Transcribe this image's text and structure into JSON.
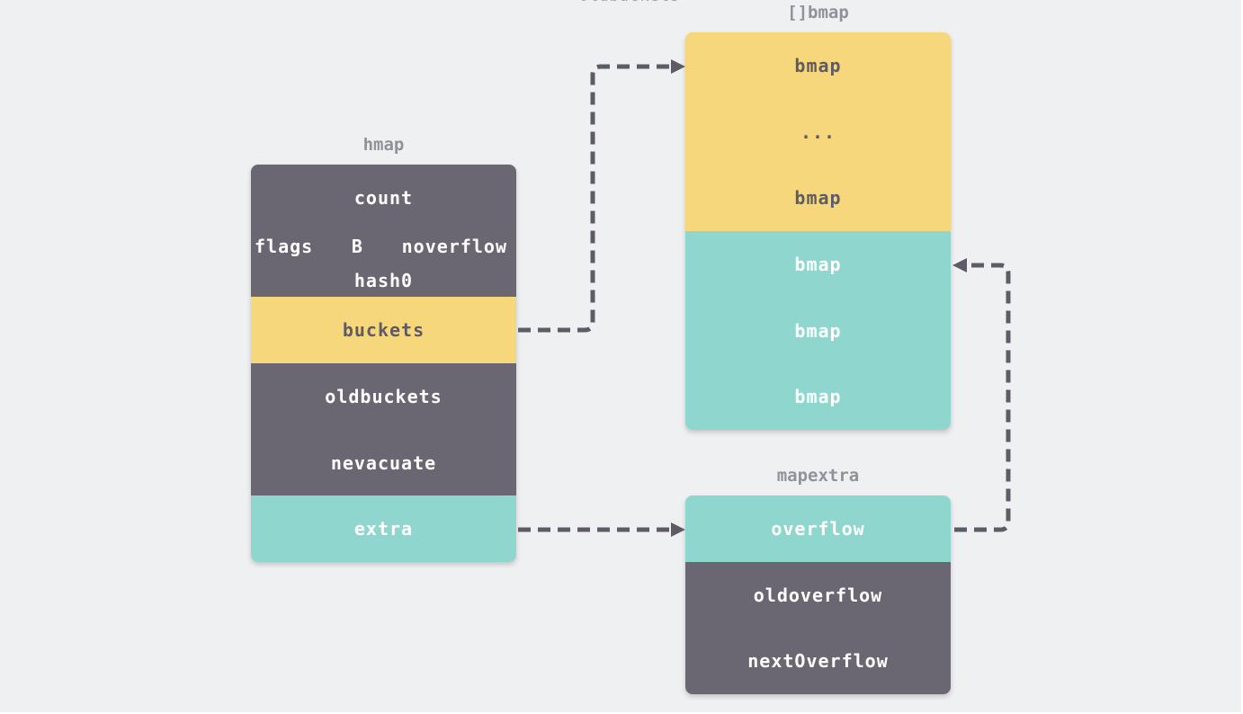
{
  "captions": {
    "top_clipped": "oldbuckets",
    "hmap": "hmap",
    "bmap_array": "[]bmap",
    "mapextra": "mapextra"
  },
  "hmap": {
    "count": "count",
    "flags": "flags",
    "b": "B",
    "noverflow": "noverflow",
    "hash0": "hash0",
    "buckets": "buckets",
    "oldbuckets": "oldbuckets",
    "nevacuate": "nevacuate",
    "extra": "extra"
  },
  "bmap_array": {
    "rows": [
      "bmap",
      "...",
      "bmap",
      "bmap",
      "bmap",
      "bmap"
    ]
  },
  "mapextra": {
    "overflow": "overflow",
    "oldoverflow": "oldoverflow",
    "nextoverflow": "nextOverflow"
  },
  "colors": {
    "dark": "#6a6772",
    "yellow": "#f7d77b",
    "teal": "#8fd7ce",
    "arrow": "#5e5b66",
    "background": "#eff0f2"
  }
}
